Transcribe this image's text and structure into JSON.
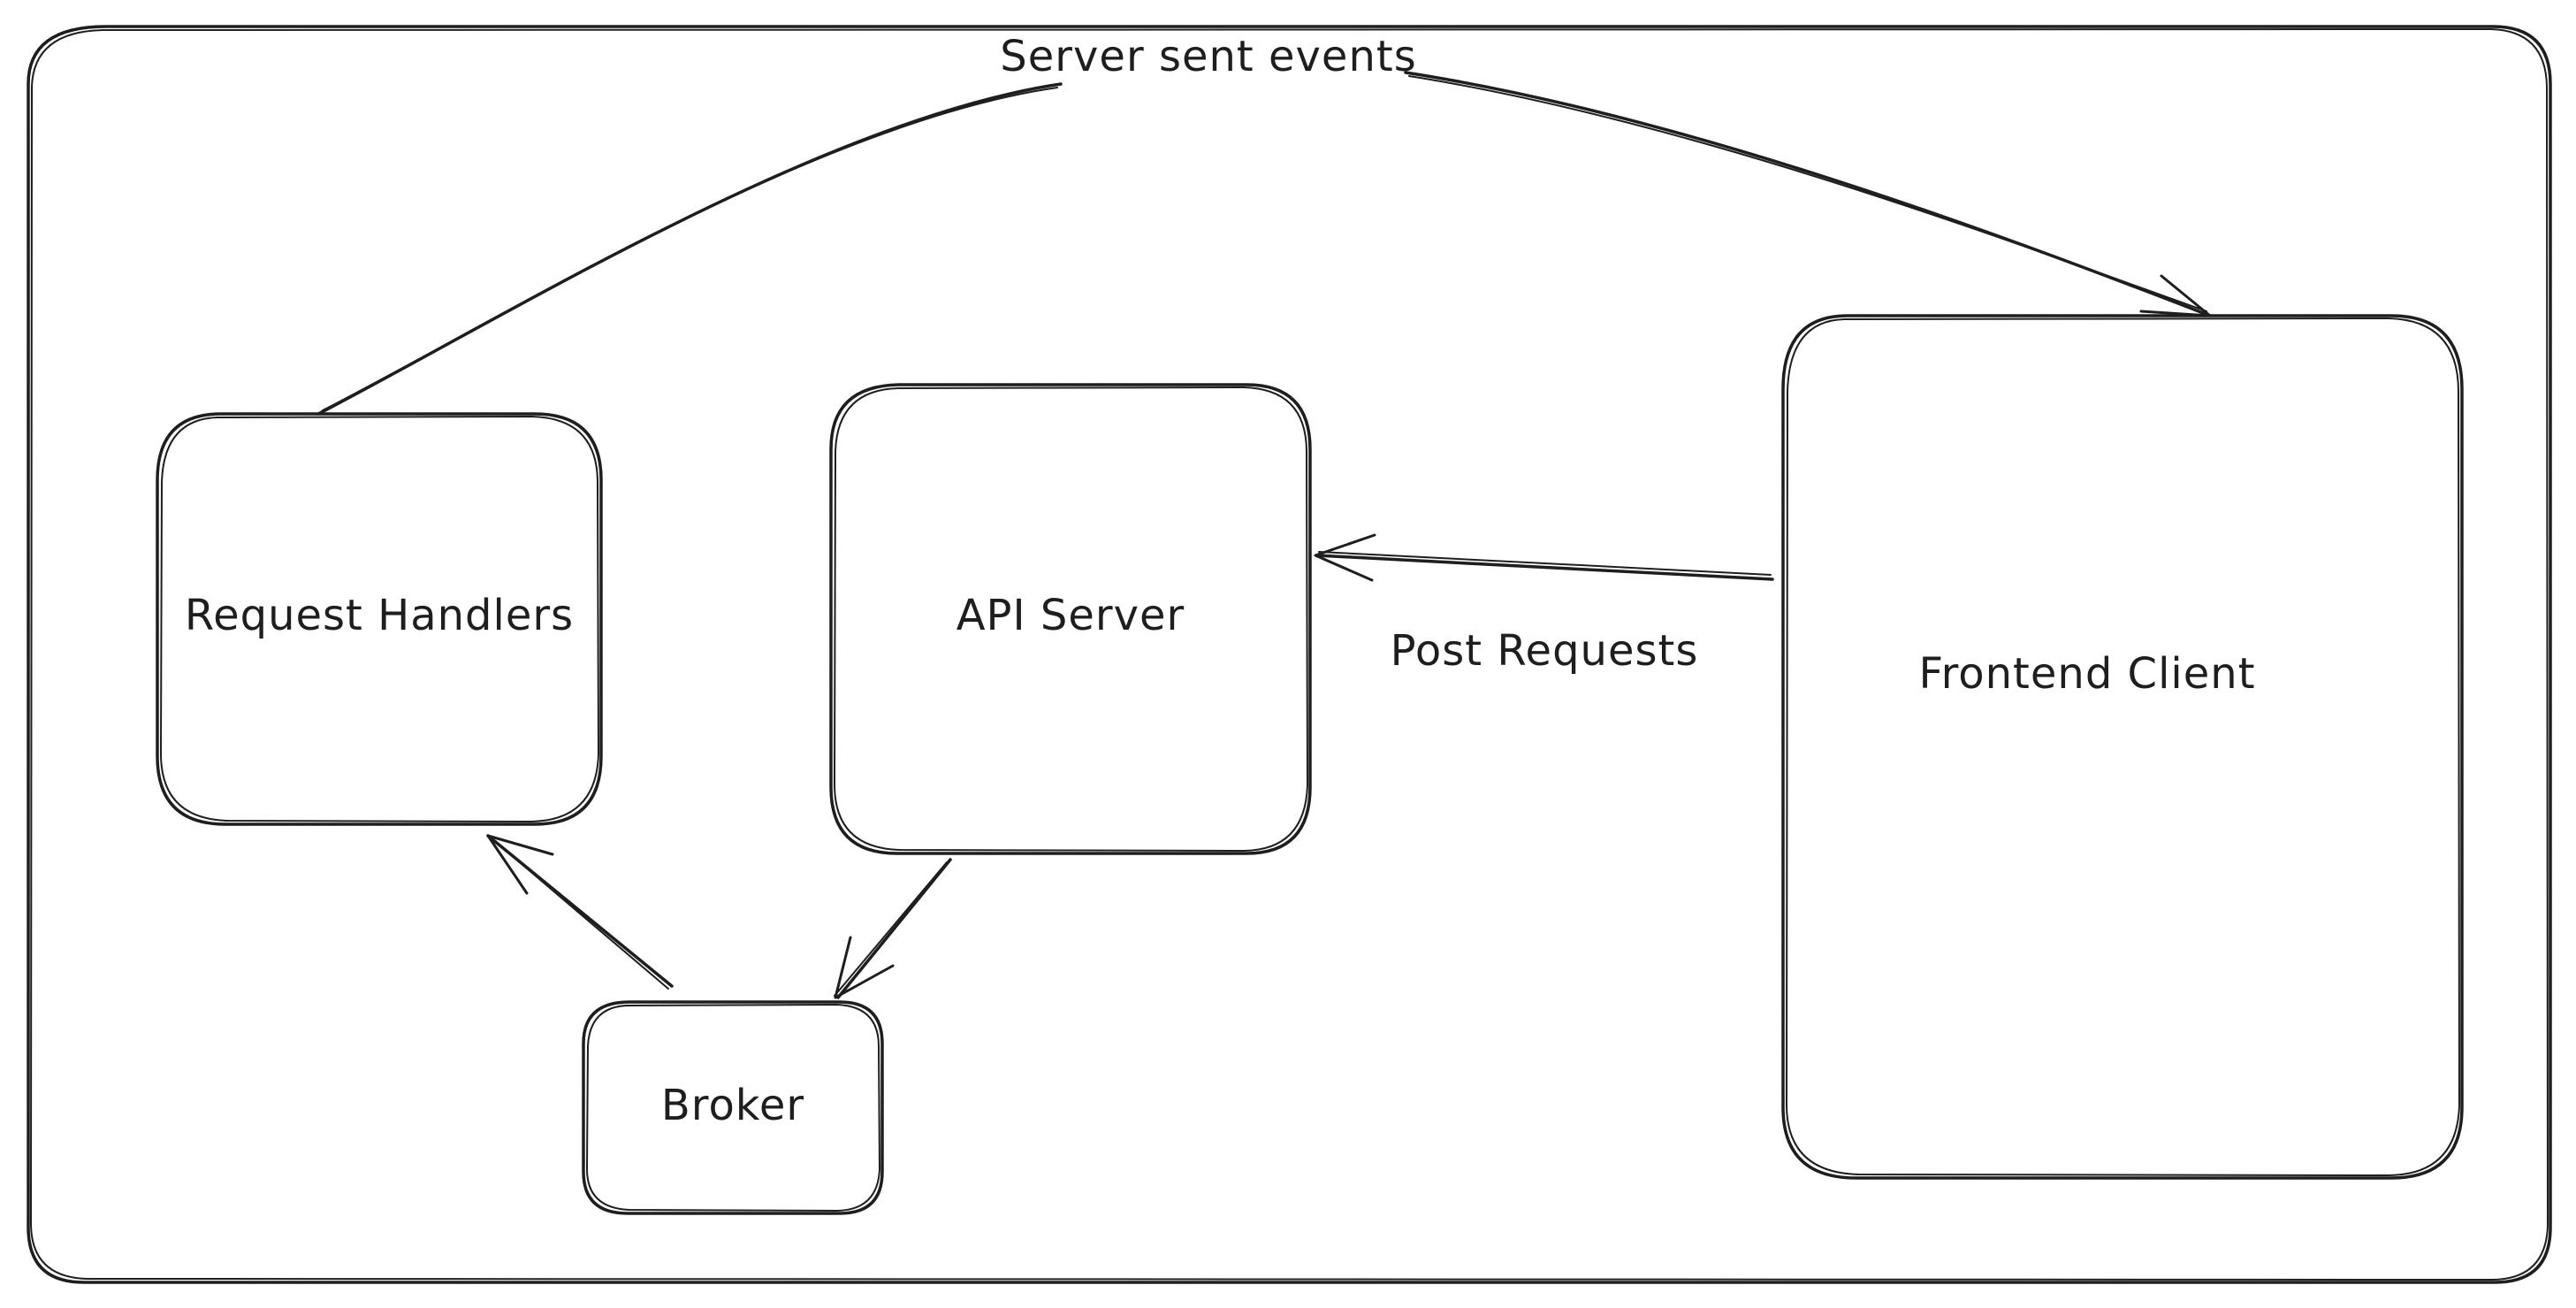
{
  "diagram": {
    "nodes": {
      "request_handlers": {
        "label": "Request Handlers"
      },
      "api_server": {
        "label": "API Server"
      },
      "broker": {
        "label": "Broker"
      },
      "frontend_client": {
        "label": "Frontend Client"
      }
    },
    "edges": {
      "server_sent_events": {
        "label": "Server sent events",
        "from": "request_handlers",
        "to": "frontend_client"
      },
      "post_requests": {
        "label": "Post Requests",
        "from": "frontend_client",
        "to": "api_server"
      },
      "api_to_broker": {
        "label": "",
        "from": "api_server",
        "to": "broker"
      },
      "broker_to_handlers": {
        "label": "",
        "from": "broker",
        "to": "request_handlers"
      }
    },
    "stroke_color": "#1e1e1e",
    "background_color": "#ffffff"
  }
}
